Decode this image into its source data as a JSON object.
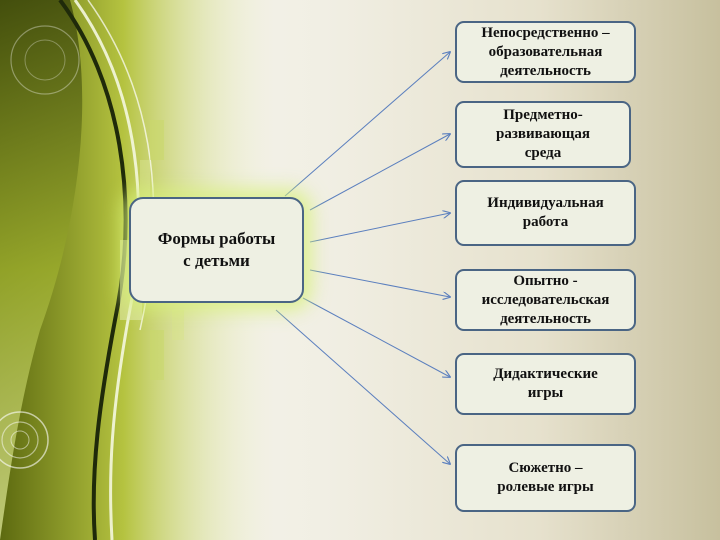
{
  "diagram": {
    "center": {
      "label": "Формы работы\nс детьми"
    },
    "forms": [
      {
        "label": "Непосредственно –\nобразовательная\nдеятельность"
      },
      {
        "label": "Предметно-\nразвивающая\nсреда"
      },
      {
        "label": "Индивидуальная\nработа"
      },
      {
        "label": "Опытно -\nисследовательская\nдеятельность"
      },
      {
        "label": "Дидактические\nигры"
      },
      {
        "label": "Сюжетно –\nролевые игры"
      }
    ]
  },
  "colors": {
    "box_border": "#4a6584",
    "box_fill": "#eef0e3",
    "arrow": "#5b7fbe",
    "center_glow": "#d7f078"
  }
}
